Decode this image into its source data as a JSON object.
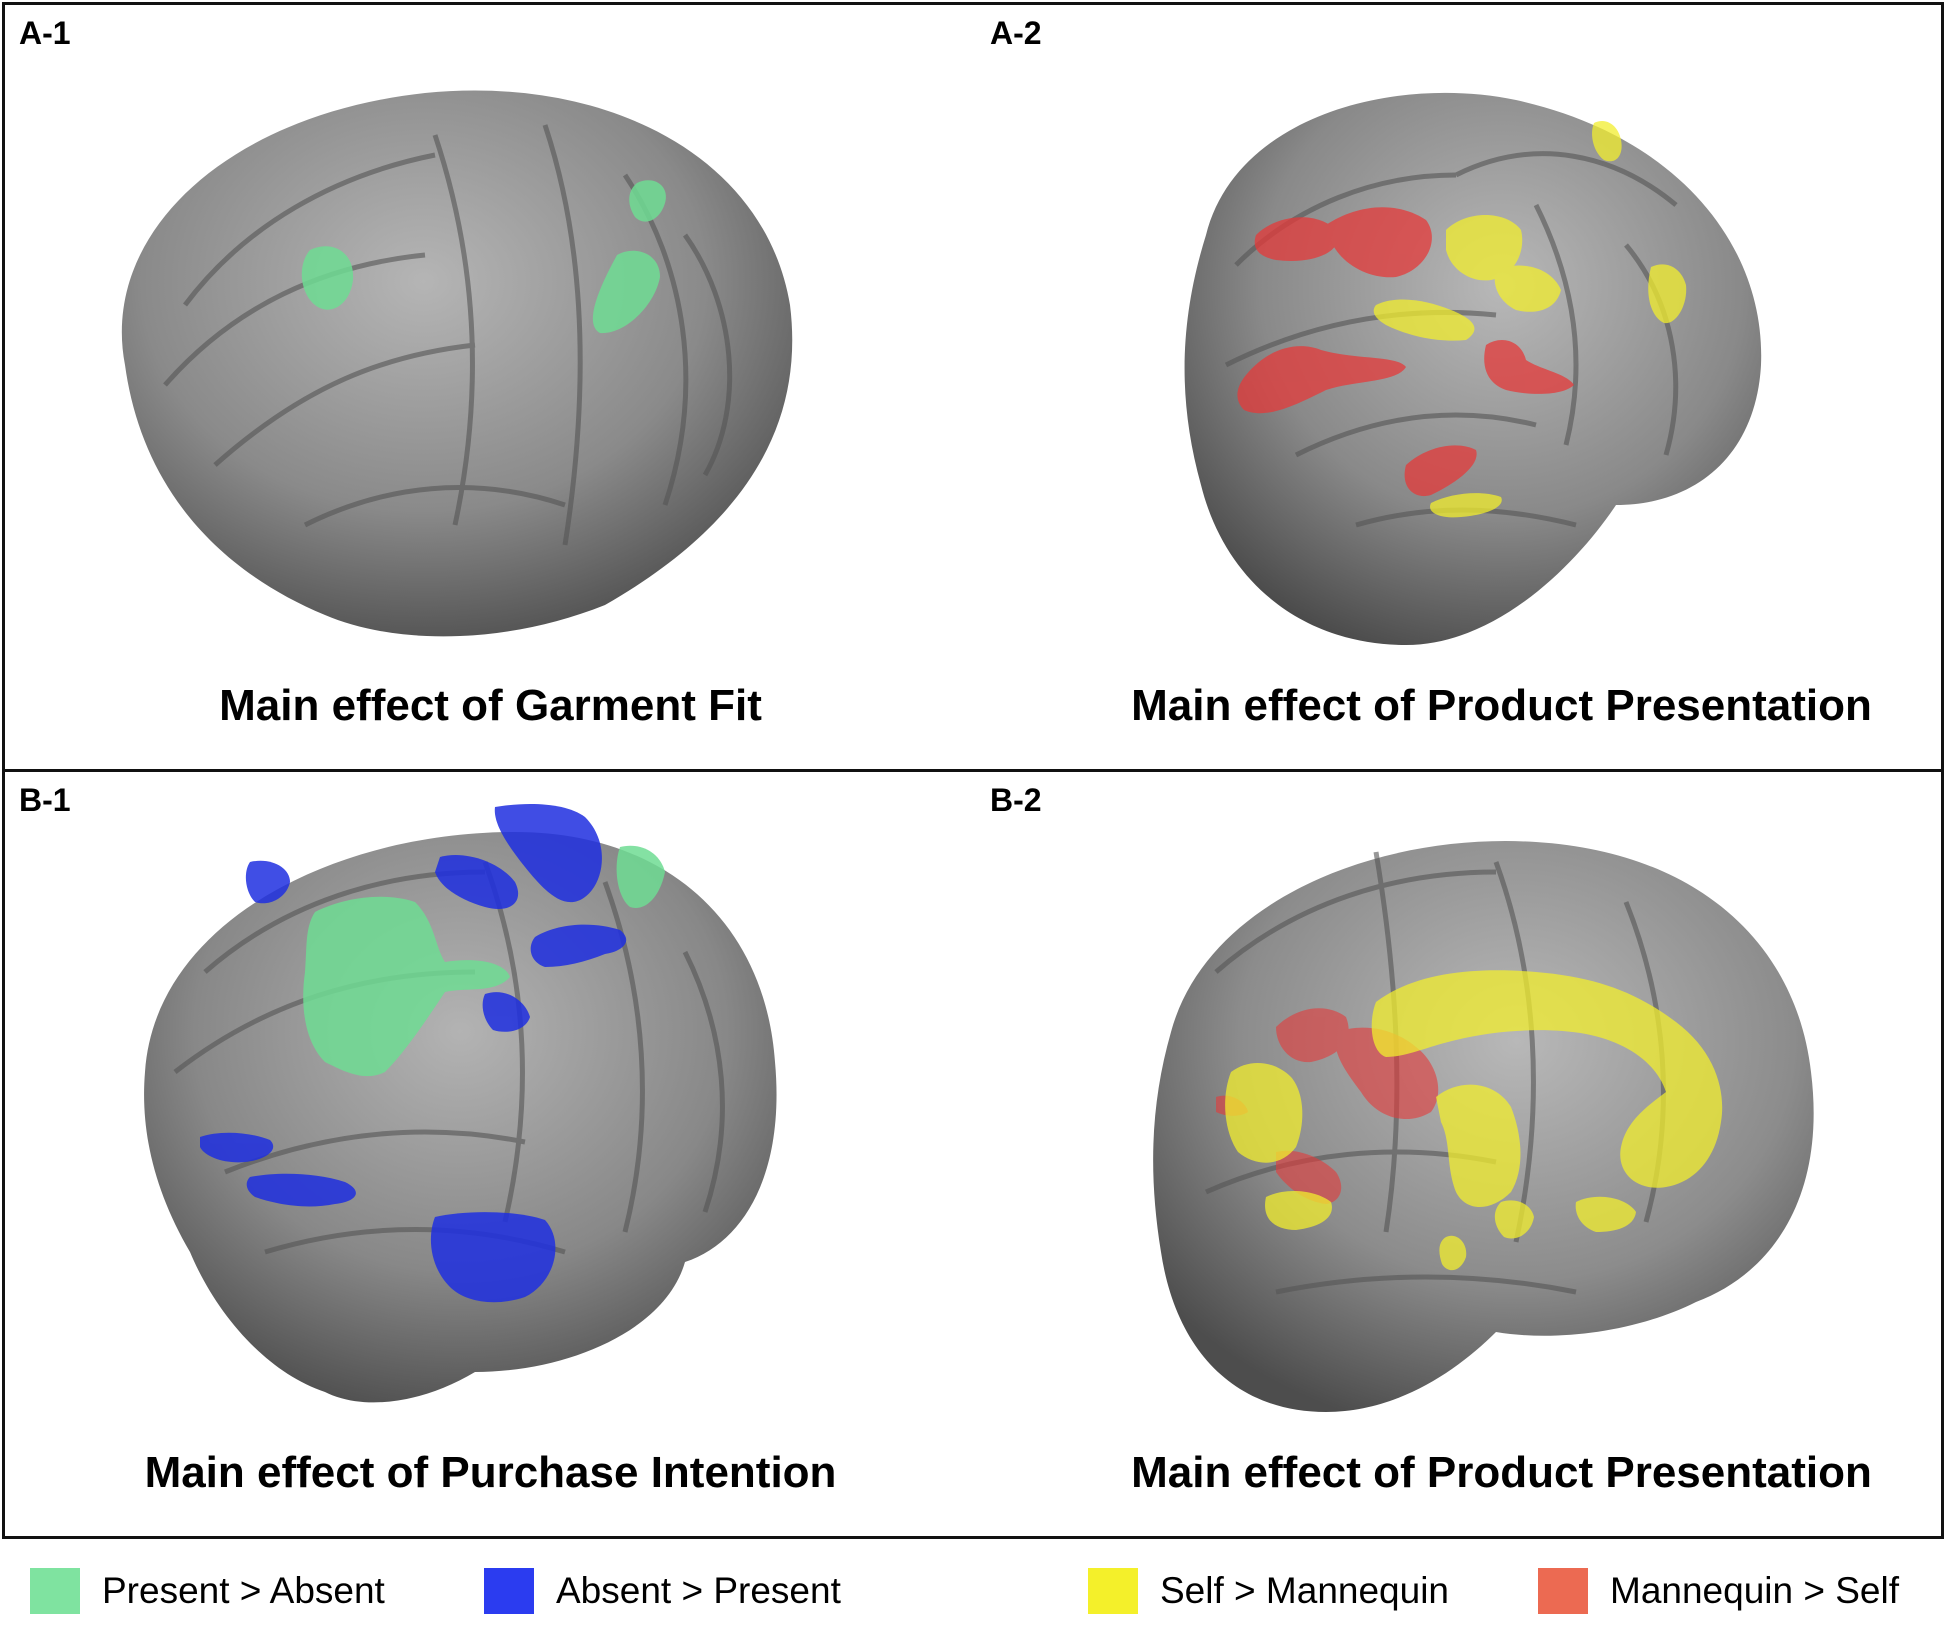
{
  "panels": [
    {
      "label": "A-1",
      "caption": "Main effect of Garment Fit"
    },
    {
      "label": "A-2",
      "caption": "Main effect of Product Presentation"
    },
    {
      "label": "B-1",
      "caption": "Main effect of Purchase Intention"
    },
    {
      "label": "B-2",
      "caption": "Main effect of Product Presentation"
    }
  ],
  "legend": [
    {
      "label": "Present > Absent",
      "color": "#7fe3a0"
    },
    {
      "label": "Absent > Present",
      "color": "#2b3cf0"
    },
    {
      "label": "Self > Mannequin",
      "color": "#f4f02a"
    },
    {
      "label": "Mannequin > Self",
      "color": "#ec6a52"
    }
  ],
  "colors": {
    "brain": "#8f8f8f",
    "brain_dark": "#4a4a4a",
    "green": "#6fdc93",
    "blue": "#1f2fe0",
    "yellow": "#f2ee2e",
    "red": "#e53a3a"
  }
}
